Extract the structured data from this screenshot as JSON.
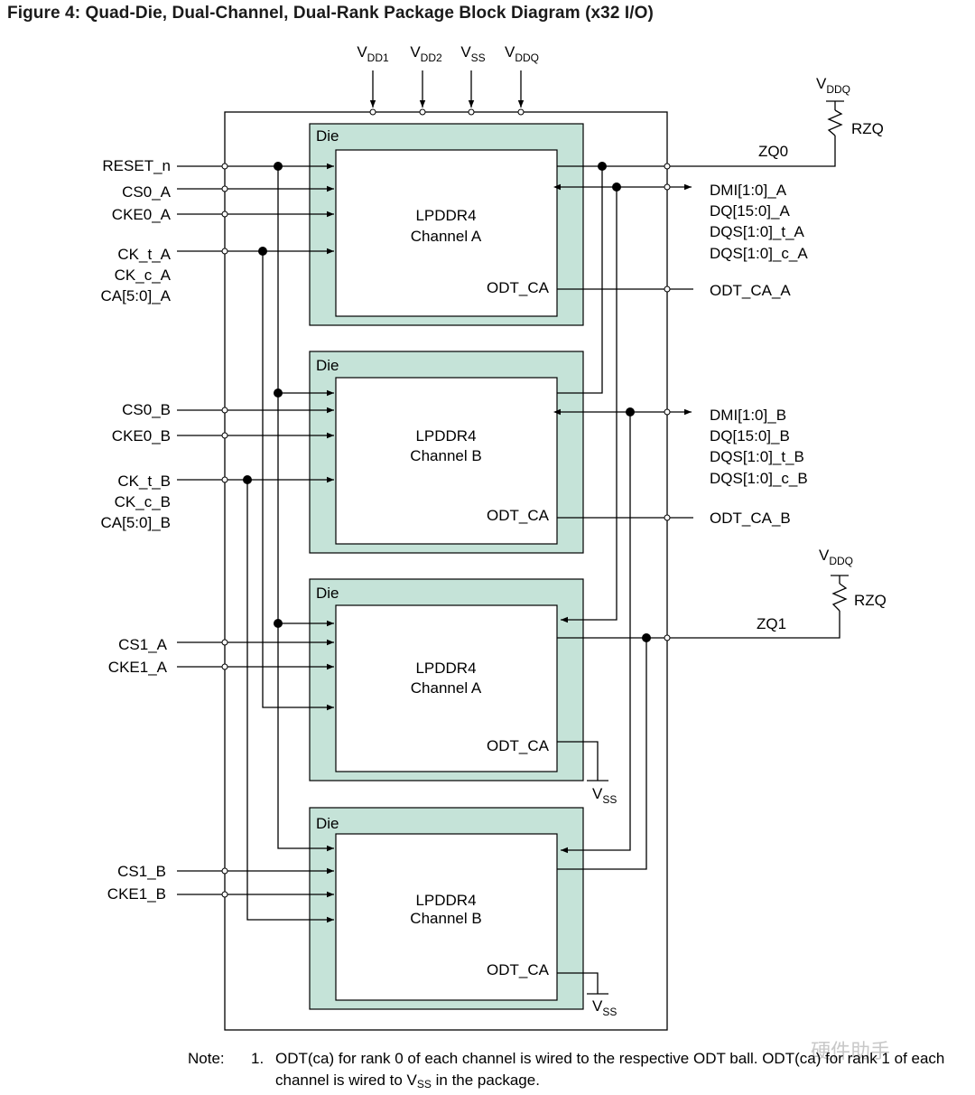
{
  "title": "Figure 4: Quad-Die, Dual-Channel, Dual-Rank Package Block Diagram (x32 I/O)",
  "supplies": [
    {
      "main": "V",
      "sub": "DD1"
    },
    {
      "main": "V",
      "sub": "DD2"
    },
    {
      "main": "V",
      "sub": "SS"
    },
    {
      "main": "V",
      "sub": "DDQ"
    }
  ],
  "dies": [
    {
      "tag": "Die",
      "line1": "LPDDR4",
      "line2": "Channel A",
      "odt": "ODT_CA"
    },
    {
      "tag": "Die",
      "line1": "LPDDR4",
      "line2": "Channel B",
      "odt": "ODT_CA"
    },
    {
      "tag": "Die",
      "line1": "LPDDR4",
      "line2": "Channel A",
      "odt": "ODT_CA"
    },
    {
      "tag": "Die",
      "line1": "LPDDR4",
      "line2": "Channel B",
      "odt": "ODT_CA"
    }
  ],
  "left_signals": {
    "reset": "RESET_n",
    "cs0_a": "CS0_A",
    "cke0_a": "CKE0_A",
    "ck_a": [
      "CK_t_A",
      "CK_c_A",
      "CA[5:0]_A"
    ],
    "cs0_b": "CS0_B",
    "cke0_b": "CKE0_B",
    "ck_b": [
      "CK_t_B",
      "CK_c_B",
      "CA[5:0]_B"
    ],
    "cs1_a": "CS1_A",
    "cke1_a": "CKE1_A",
    "cs1_b": "CS1_B",
    "cke1_b": "CKE1_B"
  },
  "right_signals": {
    "zq0": "ZQ0",
    "zq1": "ZQ1",
    "rzq": "RZQ",
    "vddq_main": "V",
    "vddq_sub": "DDQ",
    "bus_a": [
      "DMI[1:0]_A",
      "DQ[15:0]_A",
      "DQS[1:0]_t_A",
      "DQS[1:0]_c_A"
    ],
    "odt_ca_a": "ODT_CA_A",
    "bus_b": [
      "DMI[1:0]_B",
      "DQ[15:0]_B",
      "DQS[1:0]_t_B",
      "DQS[1:0]_c_B"
    ],
    "odt_ca_b": "ODT_CA_B"
  },
  "vss_main": "V",
  "vss_sub": "SS",
  "note": {
    "label": "Note:",
    "number": "1.",
    "text_before": "ODT(ca) for rank 0 of each channel is wired to the respective ODT ball. ODT(ca) for rank 1 of each channel is wired to V",
    "text_sub": "SS",
    "text_after": " in the package."
  },
  "watermark": "硬件助手"
}
